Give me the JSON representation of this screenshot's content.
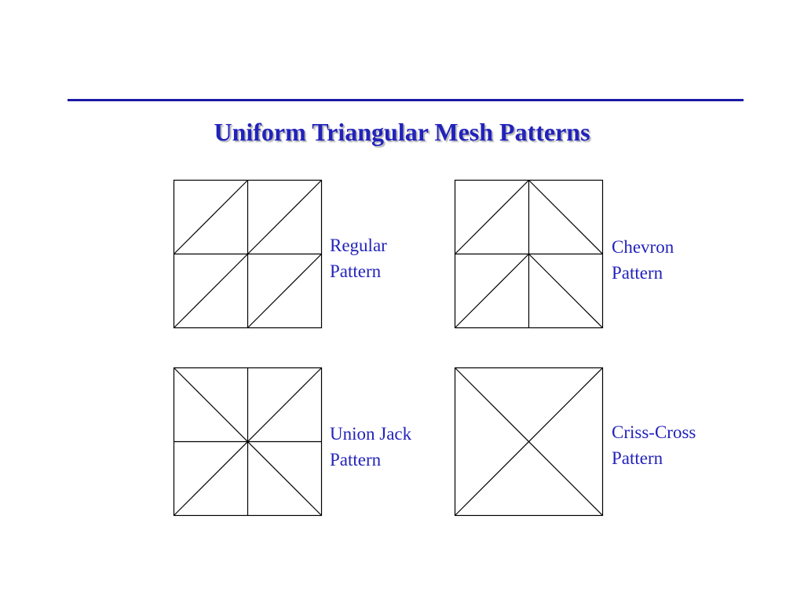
{
  "slide": {
    "title": "Uniform Triangular Mesh Patterns",
    "accent_color": "#1a1aa6",
    "text_color": "#2222bb"
  },
  "patterns": {
    "regular": {
      "line1": "Regular",
      "line2": "Pattern",
      "grid": "2x2",
      "diagonals": "all-bottom-left-to-top-right"
    },
    "chevron": {
      "line1": "Chevron",
      "line2": "Pattern",
      "grid": "2x2",
      "diagonals": "alternating-columns"
    },
    "union_jack": {
      "line1": "Union Jack",
      "line2": "Pattern",
      "grid": "2x2",
      "diagonals": "radiating-from-center"
    },
    "criss_cross": {
      "line1": "Criss-Cross",
      "line2": "Pattern",
      "grid": "1x1",
      "diagonals": "both-diagonals"
    }
  }
}
